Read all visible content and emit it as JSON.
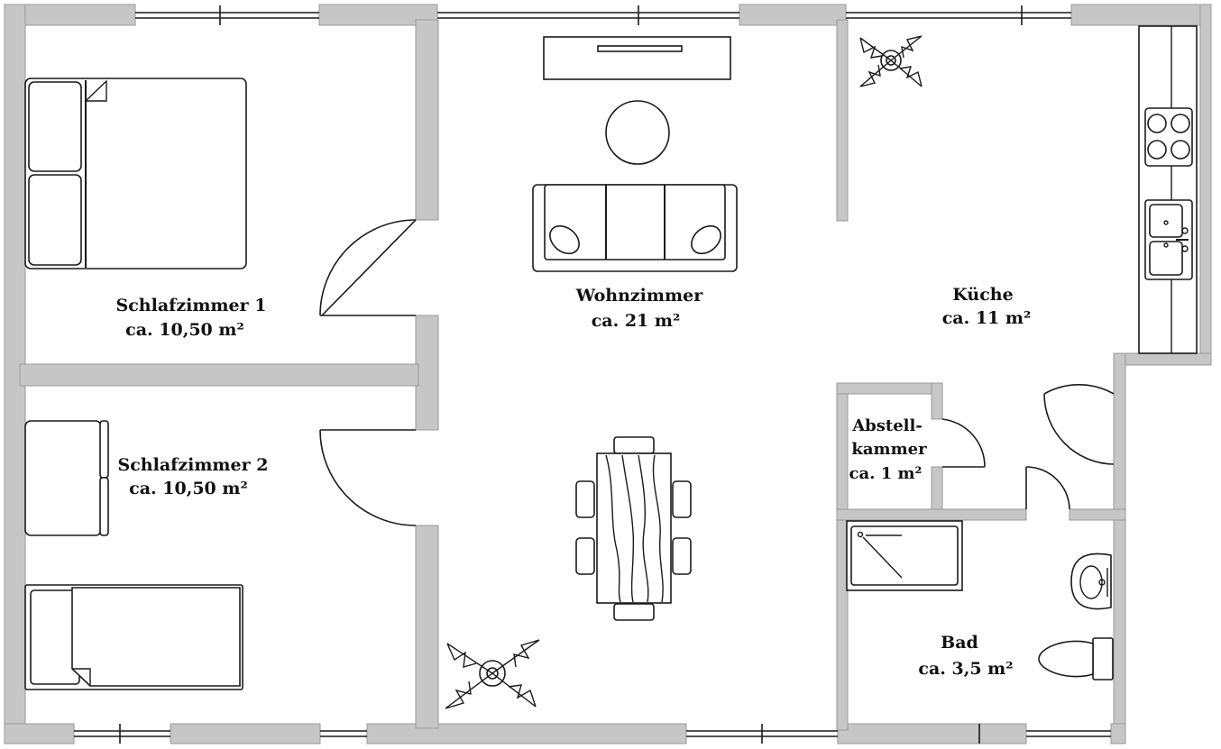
{
  "rooms": {
    "schlafzimmer1": {
      "name": "Schlafzimmer 1",
      "area": "ca. 10,50 m²"
    },
    "schlafzimmer2": {
      "name": "Schlafzimmer 2",
      "area": "ca. 10,50 m²"
    },
    "wohnzimmer": {
      "name": "Wohnzimmer",
      "area": "ca. 21 m²"
    },
    "kueche": {
      "name": "Küche",
      "area": "ca. 11 m²"
    },
    "abstellkammer": {
      "name_line1": "Abstell-",
      "name_line2": "kammer",
      "area": "ca. 1 m²"
    },
    "bad": {
      "name": "Bad",
      "area": "ca. 3,5 m²"
    }
  },
  "colors": {
    "wall": "#c6c6c6",
    "line": "#1a1a1a",
    "background": "#ffffff"
  }
}
